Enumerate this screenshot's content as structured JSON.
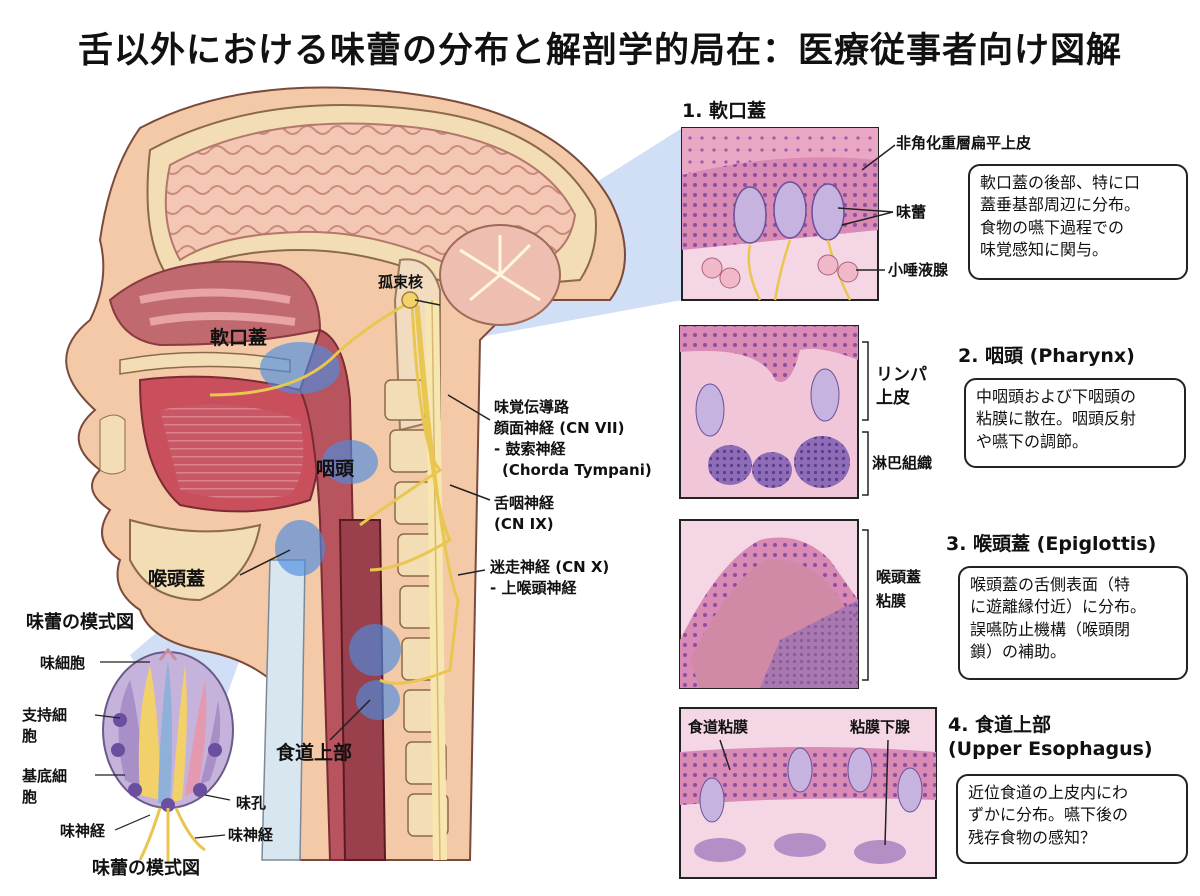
{
  "title": "舌以外における味蕾の分布と解剖学的局在：医療従事者向け図解",
  "anatomy": {
    "soft_palate": "軟口蓋",
    "pharynx": "咽頭",
    "epiglottis": "喉頭蓋",
    "upper_esophagus": "食道上部",
    "solitary_nucleus": "孤束核",
    "pathway_title": "味覚伝導路",
    "facial_nerve": "顔面神経 (CN VII)",
    "chorda": "- 鼓索神経",
    "chorda_en": "(Chorda Tympani)",
    "glosso": "舌咽神経",
    "glosso_cn": "(CN IX)",
    "vagus": "迷走神経 (CN X)",
    "vagus_sub": "- 上喉頭神経"
  },
  "taste_bud_diagram": {
    "title_top": "味蕾の模式図",
    "title_bottom": "味蕾の模式図",
    "taste_cell": "味細胞",
    "support_cell_1": "支持細",
    "support_cell_2": "胞",
    "basal_cell_1": "基底細",
    "basal_cell_2": "胞",
    "taste_pore": "味孔",
    "nerve_left": "味神経",
    "nerve_right": "味神経"
  },
  "panels": [
    {
      "heading": "1. 軟口蓋",
      "labels": [
        "非角化重層扁平上皮",
        "味蕾",
        "小唾液腺"
      ],
      "desc": [
        "軟口蓋の後部、特に口",
        "蓋垂基部周辺に分布。",
        "食物の嚥下過程での",
        "味覚感知に関与。"
      ]
    },
    {
      "heading": "2. 咽頭 (Pharynx)",
      "labels": [
        "リンパ",
        "上皮",
        "淋巴組織"
      ],
      "desc": [
        "中咽頭および下咽頭の",
        "粘膜に散在。咽頭反射",
        "や嚥下の調節。"
      ]
    },
    {
      "heading": "3. 喉頭蓋 (Epiglottis)",
      "labels": [
        "喉頭蓋",
        "粘膜"
      ],
      "desc": [
        "喉頭蓋の舌側表面（特",
        "に遊離縁付近）に分布。",
        "誤嚥防止機構（喉頭閉",
        "鎖）の補助。"
      ]
    },
    {
      "heading_1": "4. 食道上部",
      "heading_2": "(Upper Esophagus)",
      "labels": [
        "食道粘膜",
        "粘膜下腺"
      ],
      "desc": [
        "近位食道の上皮内にわ",
        "ずかに分布。嚥下後の",
        "残存食物の感知？"
      ]
    }
  ],
  "colors": {
    "skin": "#f4c9a8",
    "brain": "#f1c4b2",
    "bone": "#f2ddb5",
    "tissue_pink": "#e9a0b6",
    "tissue_purple": "#b48fc6",
    "highlight_blue": "#4d8de0",
    "nerve_yellow": "#f2d36b"
  }
}
